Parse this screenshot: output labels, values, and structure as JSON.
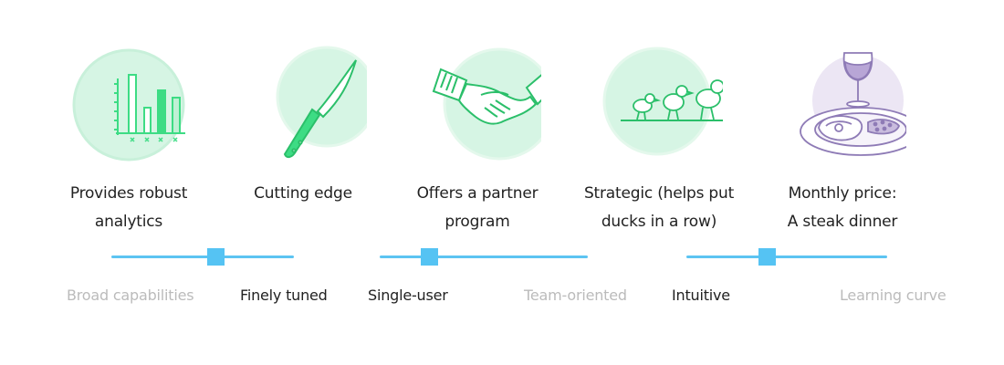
{
  "colors": {
    "accent": "#55c3f3",
    "icon_green": "#3ddc84",
    "icon_green_bg": "#d6f5e4",
    "icon_purple": "#8e7bb6",
    "icon_purple_bg": "#ece6f4",
    "dim_text": "#bbbbbb",
    "text": "#222222"
  },
  "features": [
    {
      "icon": "bar-chart-icon",
      "line1": "Provides robust",
      "line2": "analytics"
    },
    {
      "icon": "knife-icon",
      "line1": "Cutting edge",
      "line2": ""
    },
    {
      "icon": "handshake-icon",
      "line1": "Offers a partner",
      "line2": "program"
    },
    {
      "icon": "ducks-in-a-row-icon",
      "line1": "Strategic (helps put",
      "line2": "ducks in a row)"
    },
    {
      "icon": "steak-dinner-icon",
      "line1": "Monthly price:",
      "line2": "A steak dinner"
    }
  ],
  "scales": [
    {
      "left_label": "Broad capabilities",
      "right_label": "Finely tuned",
      "value": 0.57
    },
    {
      "left_label": "Single-user",
      "right_label": "Team-oriented",
      "value": 0.24
    },
    {
      "left_label": "Intuitive",
      "right_label": "Learning curve",
      "value": 0.4
    }
  ]
}
